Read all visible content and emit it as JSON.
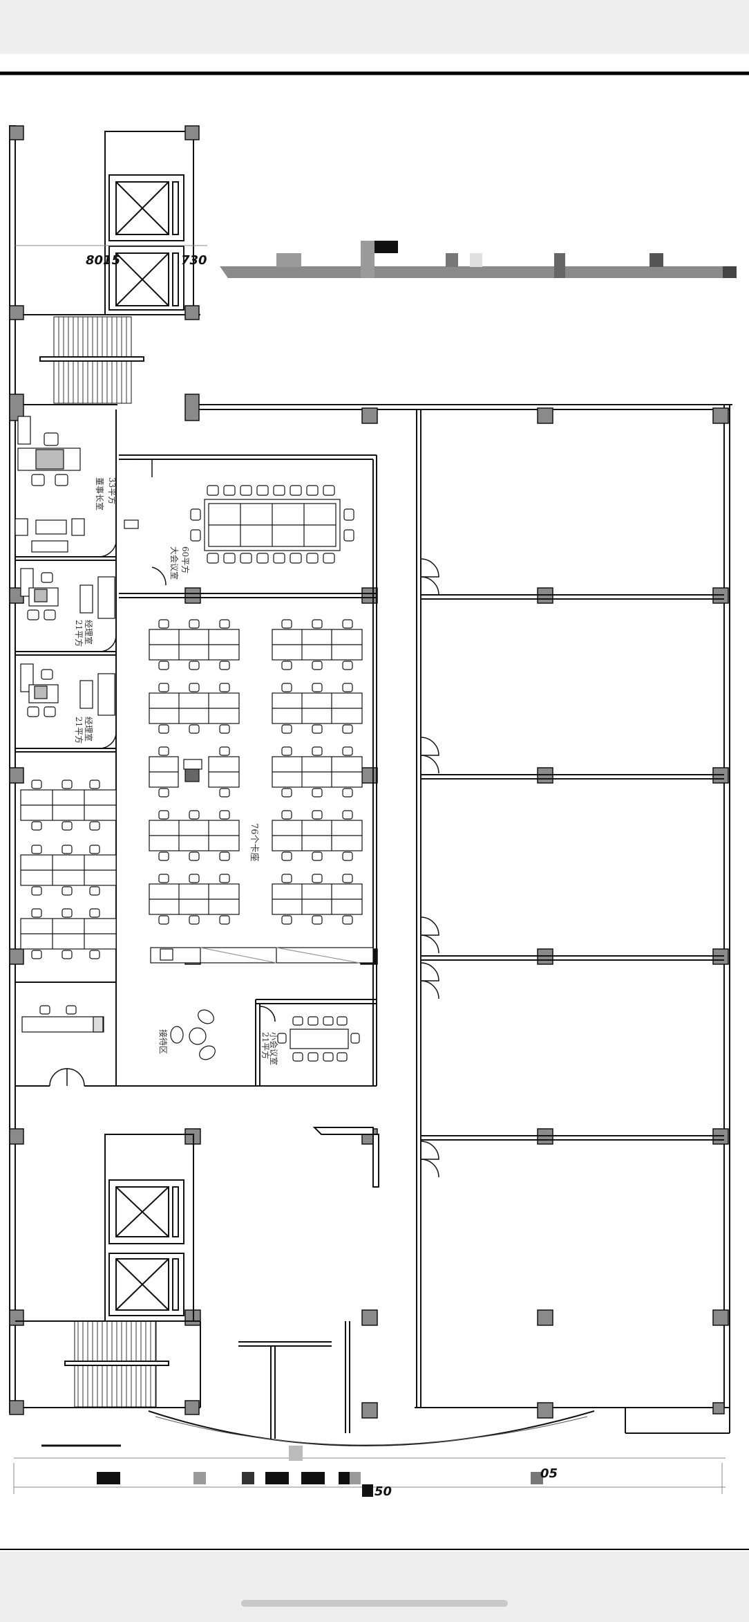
{
  "viewer": {
    "home_indicator": "home-indicator"
  },
  "plan": {
    "dimensions": {
      "top_left": "8015",
      "top_mid": "730",
      "bottom_right": "05",
      "bottom_mid": "50"
    },
    "rooms": {
      "chairman_name": "董事长室",
      "chairman_area": "33平方",
      "conference_name": "大会议室",
      "conference_area": "60平方",
      "manager1_name": "经理室",
      "manager1_area": "21平方",
      "manager2_name": "经理室",
      "manager2_area": "21平方",
      "workstations": "76个卡座",
      "reception": "接待区",
      "small_meeting_name": "小会议室",
      "small_meeting_area": "21平方"
    }
  },
  "colors": {
    "column": "#8a8a8a",
    "wall": "#111111",
    "redaction_dark": "#111111",
    "redaction_gray": "#9a9a9a"
  }
}
